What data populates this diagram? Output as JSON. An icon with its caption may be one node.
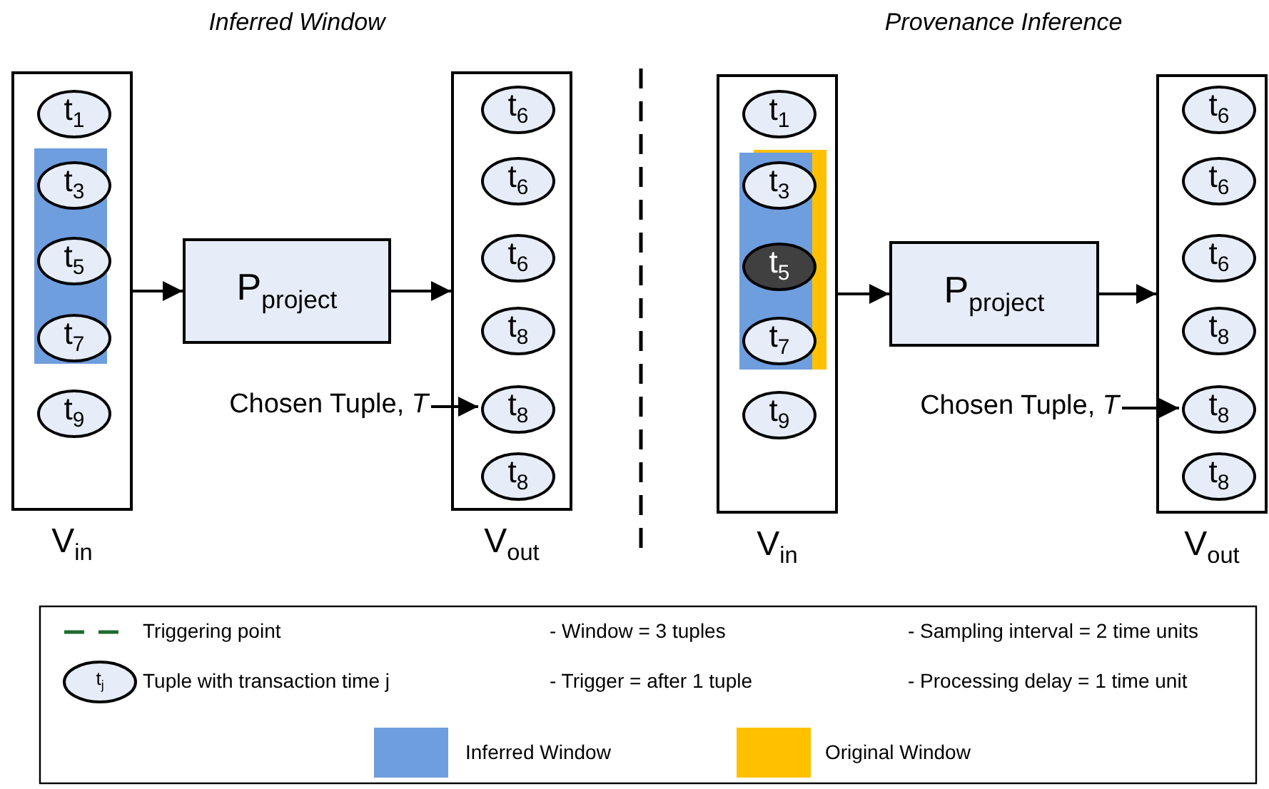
{
  "diagram": {
    "nodes": [
      {
        "text": [
          "V$_{in}$"
        ]
      },
      {
        "text": [
          "t$_{1}$"
        ],
        "in": 0
      },
      {
        "text": [
          "t$_{3}$"
        ],
        "in": 0
      },
      {
        "text": [
          "t$_{5}$"
        ],
        "in": 0
      },
      {
        "text": [
          "t$_{7}$"
        ],
        "in": 0
      },
      {
        "text": [
          "t$_{9}$"
        ],
        "in": 0
      },
      {
        "text": [
          "P$_{project}$"
        ]
      },
      {
        "text": [
          "V$_{out}$"
        ]
      },
      {
        "text": [
          "t$_{6}$"
        ],
        "in": 7
      },
      {
        "text": [
          "t$_{6}$"
        ],
        "in": 7
      },
      {
        "text": [
          "t$_{6}$"
        ],
        "in": 7
      },
      {
        "text": [
          "t$_{8}$"
        ],
        "in": 7
      },
      {
        "text": [
          "t$_{8}$"
        ],
        "in": 7
      },
      {
        "text": [
          "t$_{8}$"
        ],
        "in": 7
      },
      {
        "text": [
          "Chosen Tuple, *T*"
        ]
      },
      {
        "text": [
          "V$_{in}$"
        ]
      },
      {
        "text": [
          "t$_{1}$"
        ],
        "in": 15
      },
      {
        "text": [
          "t$_{3}$"
        ],
        "in": 15
      },
      {
        "text": [
          "t$_{5}$"
        ],
        "in": 15
      },
      {
        "text": [
          "t$_{7}$"
        ],
        "in": 15
      },
      {
        "text": [
          "t$_{9}$"
        ],
        "in": 15
      },
      {
        "text": [
          "P$_{project}$"
        ]
      },
      {
        "text": [
          "V$_{out}$"
        ]
      },
      {
        "text": [
          "t$_{6}$"
        ],
        "in": 22
      },
      {
        "text": [
          "t$_{6}$"
        ],
        "in": 22
      },
      {
        "text": [
          "t$_{6}$"
        ],
        "in": 22
      },
      {
        "text": [
          "t$_{8}$"
        ],
        "in": 22
      },
      {
        "text": [
          "t$_{8}$"
        ],
        "in": 22
      },
      {
        "text": [
          "t$_{8}$"
        ],
        "in": 22
      },
      {
        "text": [
          "Chosen Tuple, *T*"
        ]
      }
    ],
    "edges": [
      {
        "from": 0,
        "to": 6,
        "arrow": "to"
      },
      {
        "from": 6,
        "to": 7,
        "arrow": "to"
      },
      {
        "from": 14,
        "to": 12,
        "arrow": "to"
      },
      {
        "from": 15,
        "to": 21,
        "arrow": "to"
      },
      {
        "from": 21,
        "to": 22,
        "arrow": "to"
      },
      {
        "from": 29,
        "to": 27,
        "arrow": "to"
      }
    ],
    "labels": [
      "Inferred Window",
      "Provenance Inference",
      "t$_{j}$",
      "- Window = 3 tuples",
      "- Sampling interval = 2 time units",
      "- Trigger = after 1 tuple",
      "- Processing delay = 1 time unit"
    ],
    "legend": [
      {
        "text": "Triggering point"
      },
      {
        "text": "Tuple with transaction time j"
      },
      {
        "text": "Inferred Window",
        "color": "#6f9ede"
      },
      {
        "text": "Original Window",
        "color": "#ffc000"
      }
    ]
  }
}
